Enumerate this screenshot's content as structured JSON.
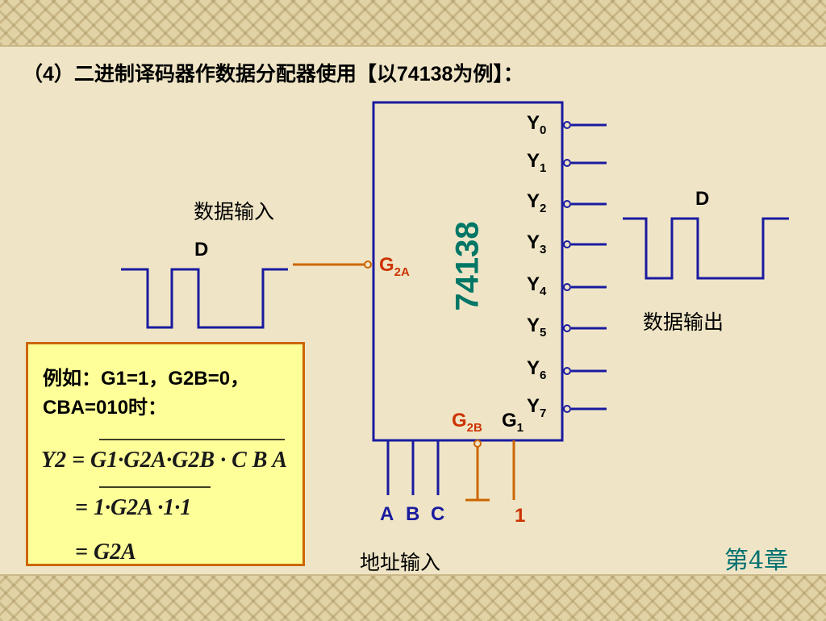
{
  "slide": {
    "title": "（4）二进制译码器作数据分配器使用【以74138为例】：",
    "chapter": "第4章"
  },
  "chip": {
    "name": "74138",
    "outputs": [
      "Y0",
      "Y1",
      "Y2",
      "Y3",
      "Y4",
      "Y5",
      "Y6",
      "Y7"
    ],
    "output_letter": "Y",
    "output_indices": [
      "0",
      "1",
      "2",
      "3",
      "4",
      "5",
      "6",
      "7"
    ],
    "g2a": {
      "letter": "G",
      "sub": "2A"
    },
    "g2b": {
      "letter": "G",
      "sub": "2B"
    },
    "g1": {
      "letter": "G",
      "sub": "1"
    },
    "address_pins": [
      "A",
      "B",
      "C"
    ],
    "g1_value": "1"
  },
  "labels": {
    "data_input": "数据输入",
    "data_input_signal": "D",
    "data_output": "数据输出",
    "data_output_signal": "D",
    "address_input": "地址输入"
  },
  "note": {
    "line1": "例如：G1=1，G2B=0，",
    "line2": "CBA=010时：",
    "formula1": "Y2 = G1·G2A·G2B · C B A",
    "formula2": "= 1·G2A ·1·1",
    "formula3": "= G2A"
  },
  "colors": {
    "wire_blue": "#1a1aa0",
    "wire_orange": "#cc6600",
    "chip_label": "#007766",
    "pin_orange": "#cc3300"
  }
}
